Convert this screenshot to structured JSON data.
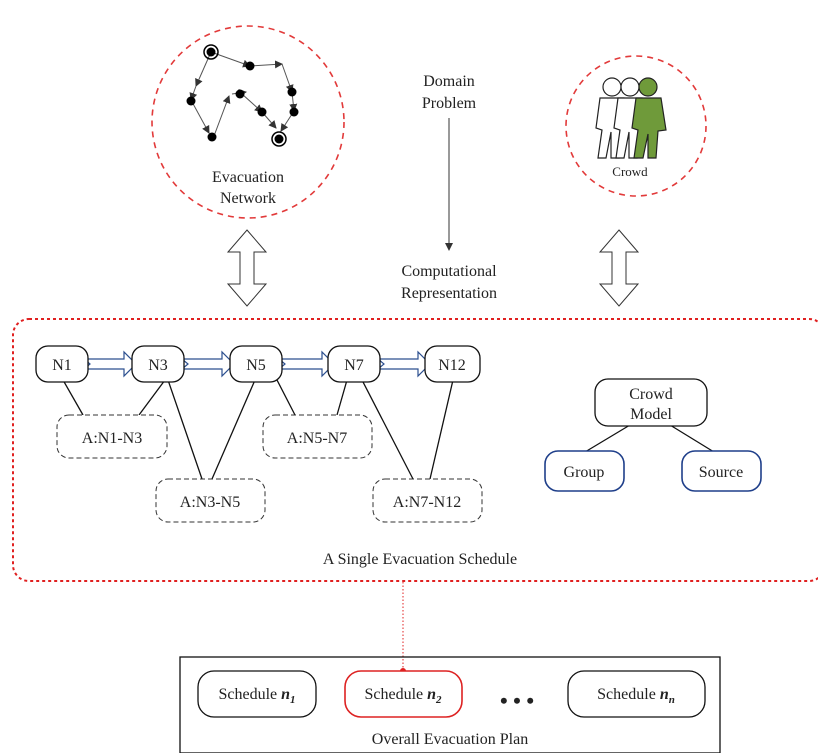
{
  "top": {
    "evacuation_network_line1": "Evacuation",
    "evacuation_network_line2": "Network",
    "domain_problem_line1": "Domain",
    "domain_problem_line2": "Problem",
    "crowd_label": "Crowd",
    "computational_line1": "Computational",
    "computational_line2": "Representation"
  },
  "schedule": {
    "nodes": [
      "N1",
      "N3",
      "N5",
      "N7",
      "N12"
    ],
    "arcs": [
      "A:N1-N3",
      "A:N3-N5",
      "A:N5-N7",
      "A:N7-N12"
    ],
    "crowd_model_line1": "Crowd",
    "crowd_model_line2": "Model",
    "group_label": "Group",
    "source_label": "Source",
    "caption": "A Single Evacuation Schedule"
  },
  "plan": {
    "schedule_prefix": "Schedule ",
    "schedule_1_sub": "1",
    "schedule_2_sub": "2",
    "schedule_n_sub": "n",
    "var_n": "n",
    "ellipsis": "• • •",
    "caption": "Overall Evacuation Plan"
  },
  "colors": {
    "red_dashed": "#e23a3a",
    "arrow_blue": "#2c4f8f",
    "crowd_node_border": "#1f3f8a",
    "crowd_green": "#6f9a3a",
    "highlight_red": "#dd2222"
  }
}
